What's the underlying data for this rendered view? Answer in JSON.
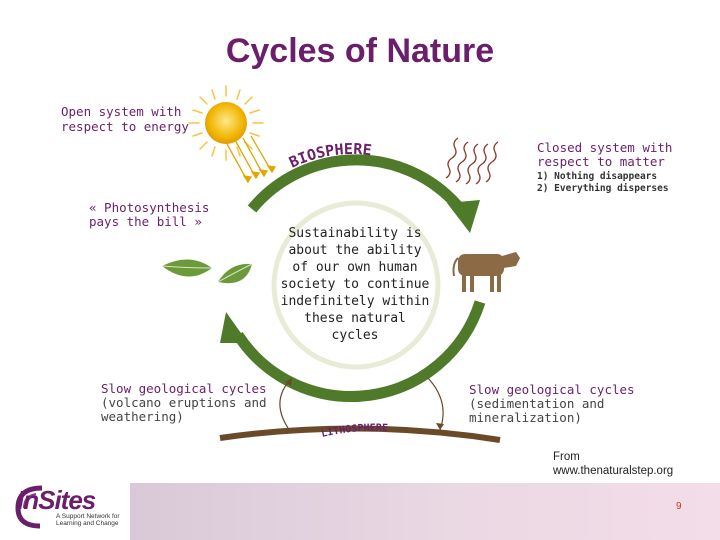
{
  "title": "Cycles of Nature",
  "open_system": "Open system with\nrespect to energy",
  "closed_system": "Closed system with\nrespect to matter",
  "closed_points": [
    "1) Nothing disappears",
    "2) Everything disperses"
  ],
  "photosynthesis": "« Photosynthesis\npays the bill »",
  "biosphere_label": "BIOSPHERE",
  "lithosphere_label": "LITHOSPHERE",
  "center_text": "Sustainability is about the ability of our own human society to continue indefinitely within these natural cycles",
  "slow_left": {
    "title": "Slow geological cycles",
    "sub": "(volcano eruptions and\nweathering)"
  },
  "slow_right": {
    "title": "Slow geological cycles",
    "sub": "(sedimentation and\nmineralization)"
  },
  "source": [
    "From",
    "www.thenaturalstep.org"
  ],
  "logo": {
    "word": "InSites",
    "tagline": "A Support Network for Learning and Change"
  },
  "page_number": "9",
  "colors": {
    "title": "#6b1f6b",
    "cycle_green": "#4f7a2a",
    "earth_brown": "#6b4a2a",
    "sun": "#f2b705"
  }
}
